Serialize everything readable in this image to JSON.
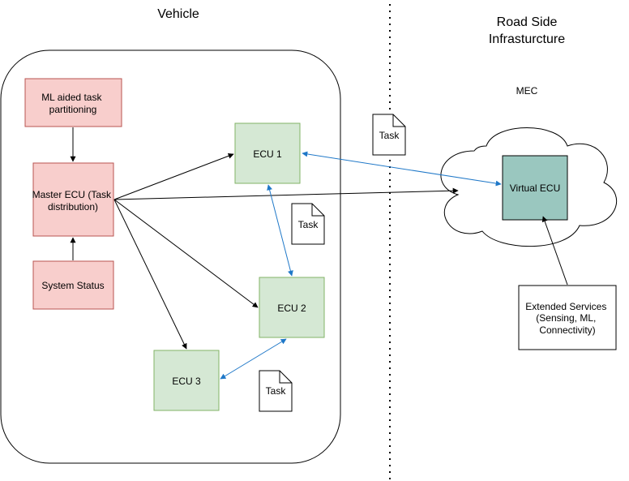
{
  "titles": {
    "vehicle": "Vehicle",
    "roadside_line1": "Road Side",
    "roadside_line2": "Infrasturcture",
    "mec": "MEC"
  },
  "nodes": {
    "ml": [
      "ML aided task",
      "partitioning"
    ],
    "master": [
      "Master ECU (Task",
      "distribution)"
    ],
    "system_status": "System Status",
    "ecu1": "ECU 1",
    "ecu2": "ECU 2",
    "ecu3": "ECU 3",
    "virtual_ecu": "Virtual ECU",
    "extended": [
      "Extended Services",
      "(Sensing, ML,",
      "Connectivity)"
    ]
  },
  "task_label": "Task",
  "colors": {
    "red_fill": "#f8cecc",
    "red_stroke": "#b85450",
    "green_fill": "#d5e8d4",
    "green_stroke": "#82b366",
    "teal_fill": "#9ac7bf",
    "blue_edge": "#1f78c8"
  }
}
